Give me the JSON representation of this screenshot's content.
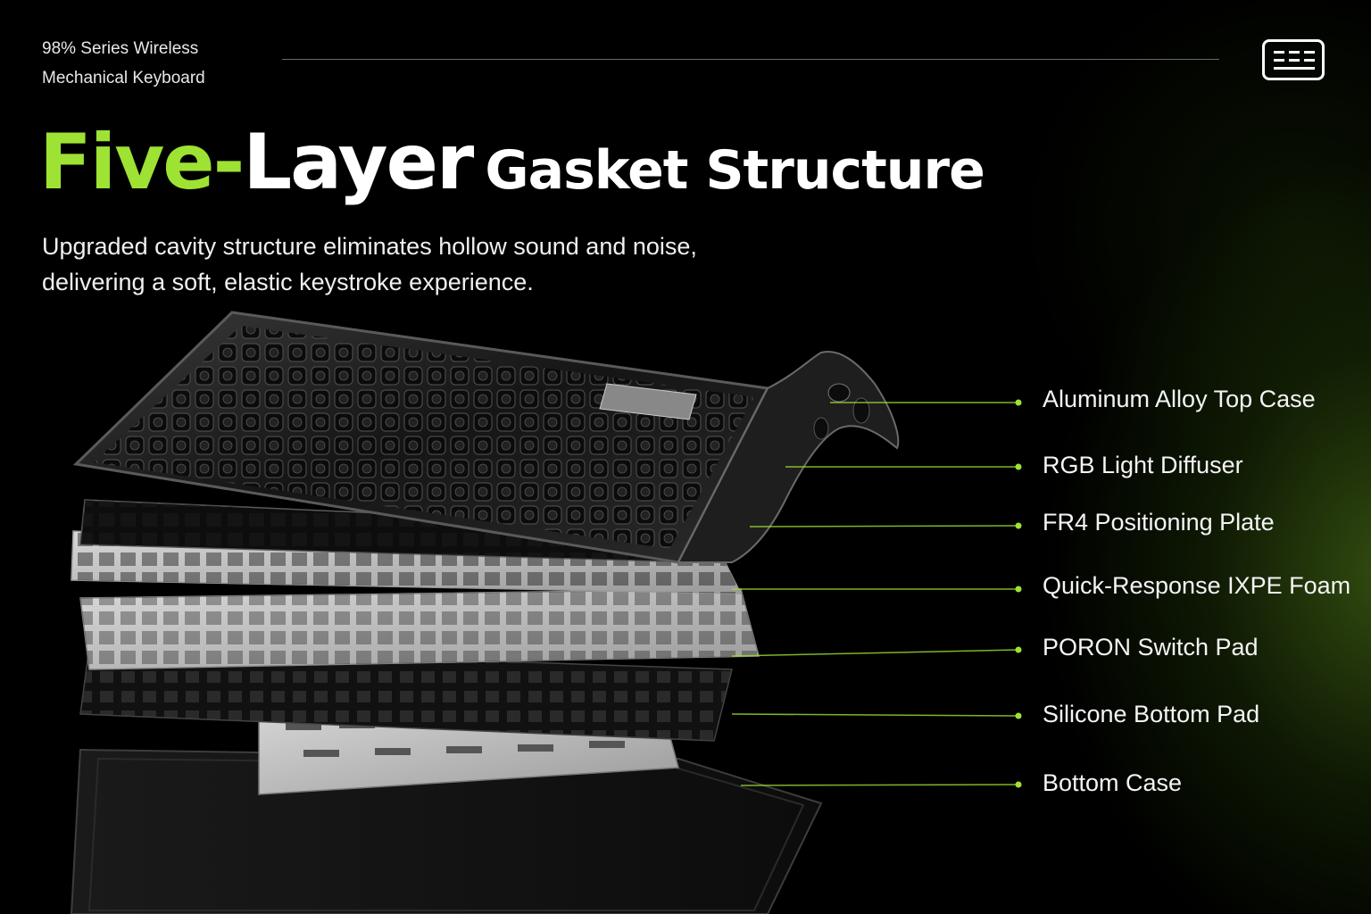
{
  "header": {
    "series_line1": "98% Series Wireless",
    "series_line2": "Mechanical Keyboard",
    "icon": "keyboard-icon"
  },
  "title": {
    "part1": "Five",
    "dash": "-",
    "part2": "Layer",
    "part3": "Gasket Structure"
  },
  "subtitle": {
    "line1": "Upgraded cavity structure eliminates hollow sound and noise,",
    "line2": "delivering a soft, elastic keystroke experience."
  },
  "layers": [
    {
      "label": "Aluminum Alloy Top Case"
    },
    {
      "label": "RGB Light Diffuser"
    },
    {
      "label": "FR4 Positioning Plate"
    },
    {
      "label": "Quick-Response IXPE Foam"
    },
    {
      "label": "PORON Switch Pad"
    },
    {
      "label": "Silicone Bottom Pad"
    },
    {
      "label": "Bottom Case"
    }
  ],
  "colors": {
    "accent": "#9ee234",
    "background": "#000000",
    "glow": "#5c8c1c"
  },
  "illustration": "exploded-keyboard-layers"
}
